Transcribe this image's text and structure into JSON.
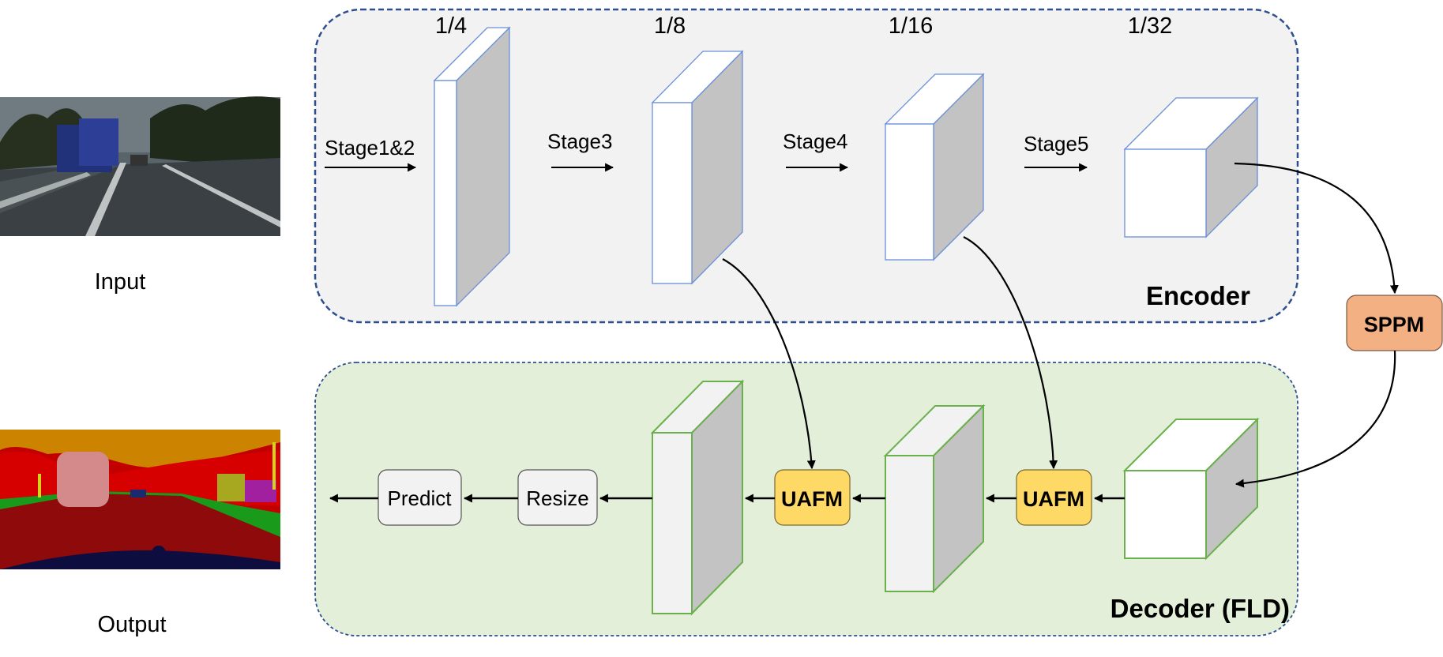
{
  "input_label": "Input",
  "output_label": "Output",
  "encoder": {
    "title": "Encoder",
    "stages": [
      {
        "name": "Stage1&2",
        "scale": "1/4"
      },
      {
        "name": "Stage3",
        "scale": "1/8"
      },
      {
        "name": "Stage4",
        "scale": "1/16"
      },
      {
        "name": "Stage5",
        "scale": "1/32"
      }
    ]
  },
  "sppm_label": "SPPM",
  "decoder": {
    "title": "Decoder (FLD)",
    "uafm_labels": [
      "UAFM",
      "UAFM"
    ],
    "resize_label": "Resize",
    "predict_label": "Predict"
  },
  "colors": {
    "encoder_border": "#2e4f8f",
    "encoder_fill": "#f2f2f2",
    "decoder_fill": "#e3efd9",
    "encoder_cube_edge": "#6a8fd9",
    "decoder_cube_edge": "#6ab04c",
    "cube_side": "#c3c3c3",
    "sppm": "#f3b183",
    "uafm": "#ffd966"
  }
}
